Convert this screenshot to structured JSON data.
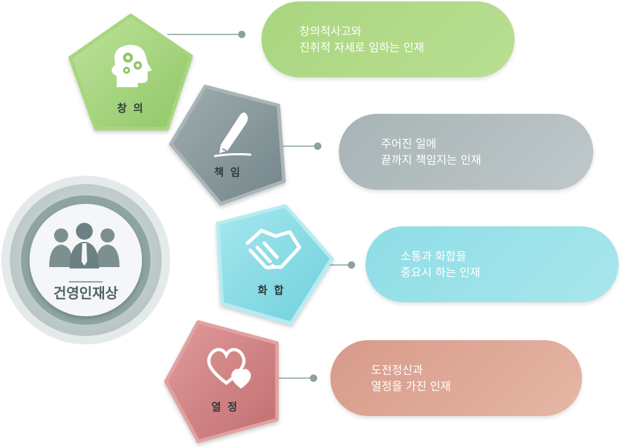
{
  "center": {
    "title": "건영인재상",
    "icon": "people-group-icon"
  },
  "items": [
    {
      "label": "창 의",
      "icon": "head-gears-icon",
      "color": "#a9d57f",
      "line1": "창의적사고와",
      "line2": "진취적 자세로 임하는 인재"
    },
    {
      "label": "책 임",
      "icon": "pen-signature-icon",
      "color": "#8f9fa2",
      "line1": "주어진 일에",
      "line2": "끝까지 책임지는 인재"
    },
    {
      "label": "화 합",
      "icon": "handshake-icon",
      "color": "#8fdde6",
      "line1": "소통과 화합을",
      "line2": "중요시 하는 인재"
    },
    {
      "label": "열 정",
      "icon": "hearts-icon",
      "color": "#d27f7e",
      "line1": "도전정신과",
      "line2": "열정을 가진 인재"
    }
  ]
}
